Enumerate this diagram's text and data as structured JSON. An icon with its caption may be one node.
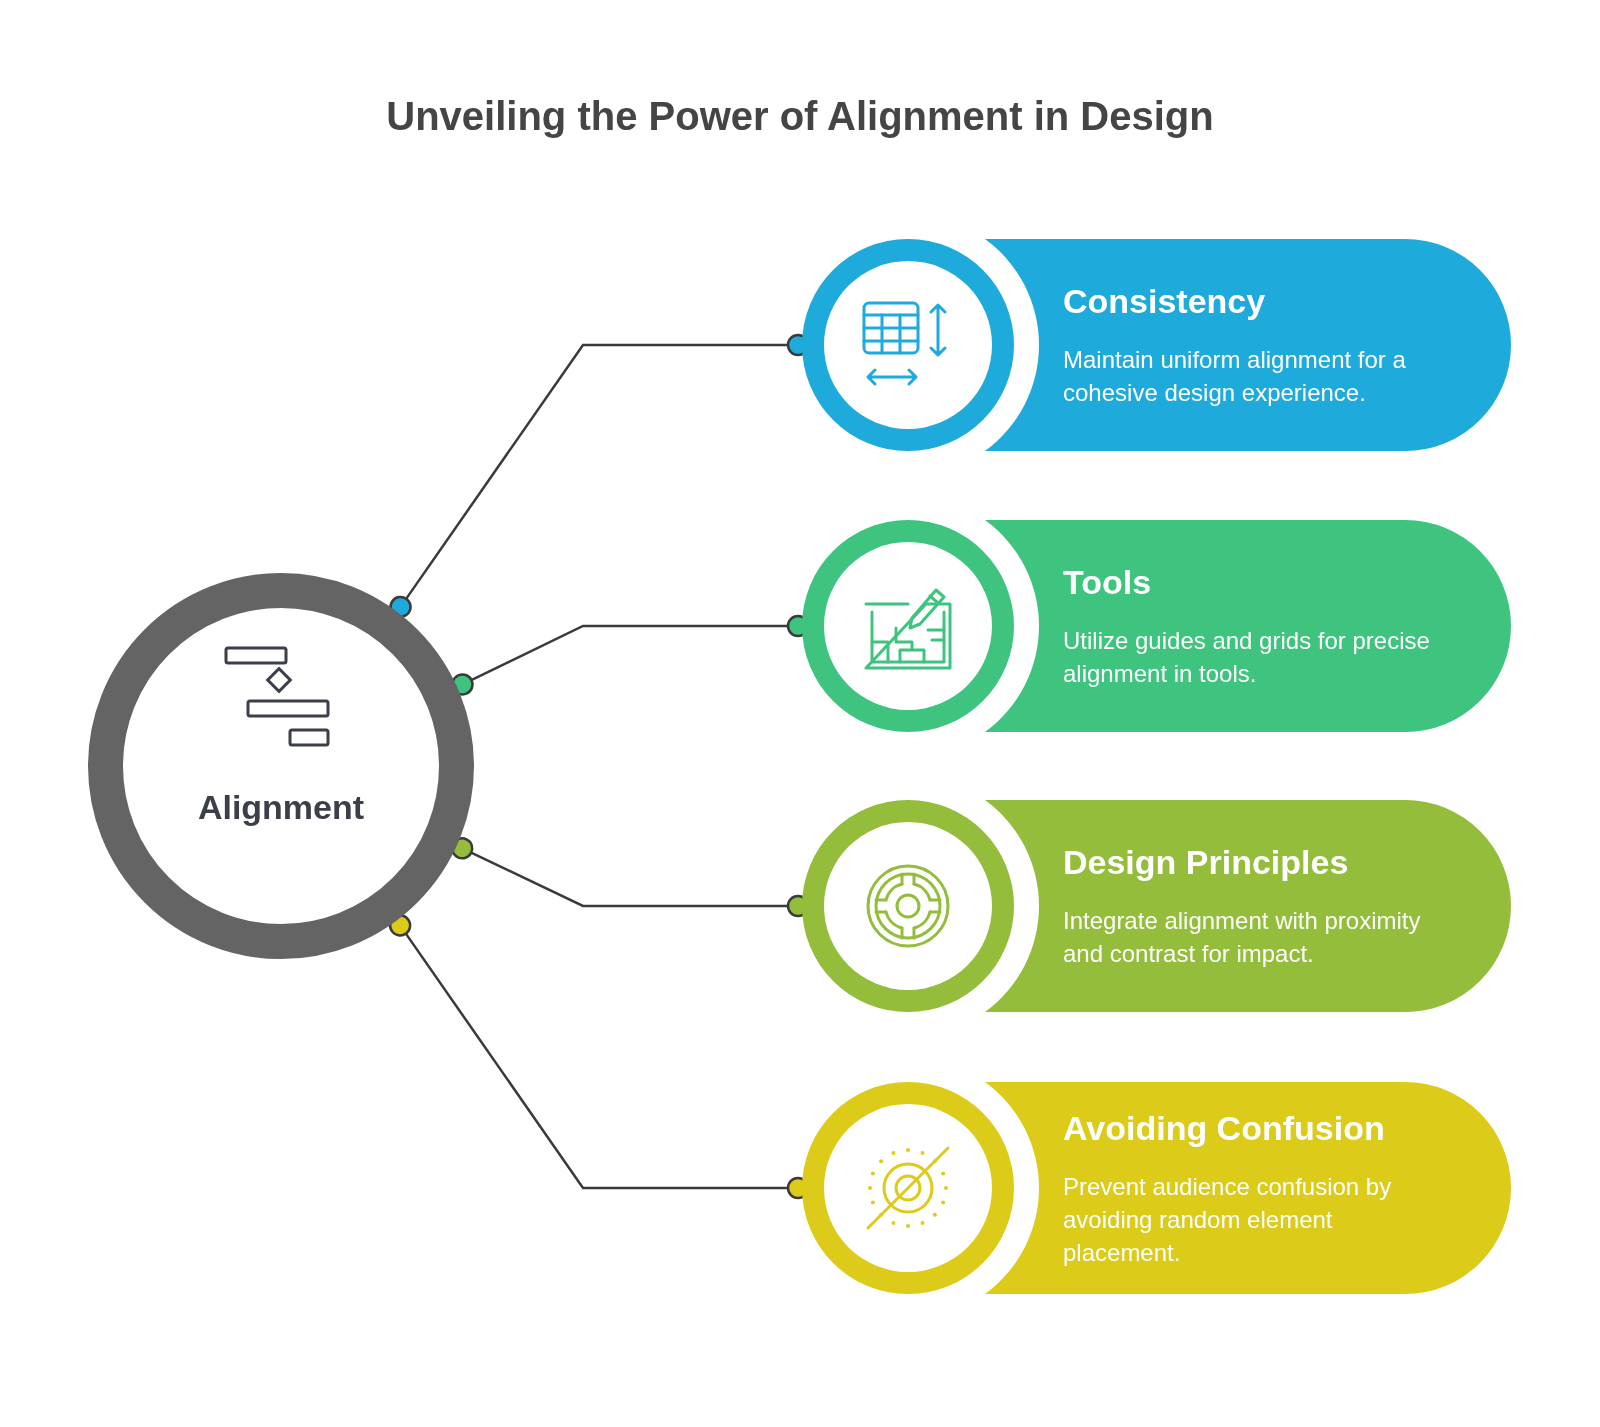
{
  "diagram": {
    "title": "Unveiling the Power of Alignment in Design",
    "nodes": [
      {
        "text": [
          "Alignment"
        ]
      },
      {
        "text": [
          "Consistency",
          "Maintain uniform alignment for a cohesive design experience."
        ]
      },
      {
        "text": [
          "Tools",
          "Utilize guides and grids for precise alignment in tools."
        ]
      },
      {
        "text": [
          "Design Principles",
          "Integrate alignment with proximity and contrast for impact."
        ]
      },
      {
        "text": [
          "Avoiding Confusion",
          "Prevent audience confusion by avoiding random element placement."
        ]
      }
    ],
    "edges": [
      {
        "from": 0,
        "to": 1,
        "arrow": "other"
      },
      {
        "from": 0,
        "to": 2,
        "arrow": "other"
      },
      {
        "from": 0,
        "to": 3,
        "arrow": "other"
      },
      {
        "from": 0,
        "to": 4,
        "arrow": "other"
      }
    ]
  }
}
